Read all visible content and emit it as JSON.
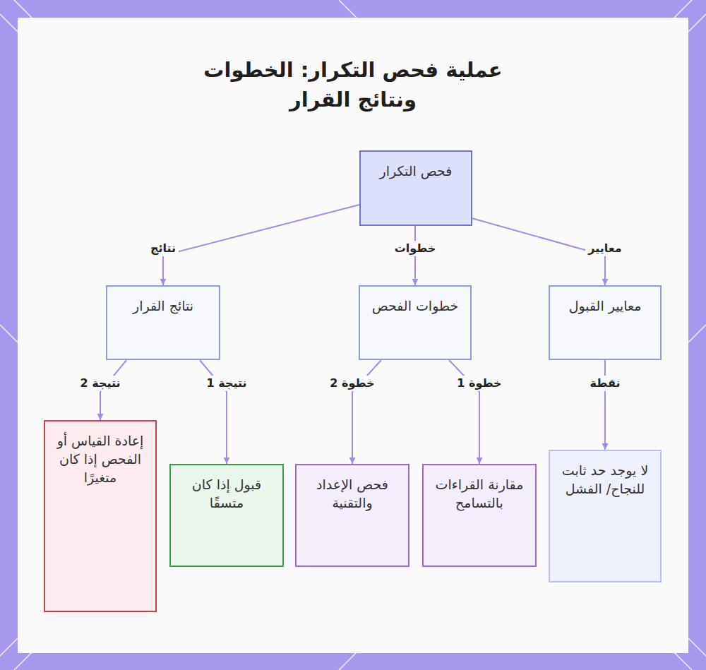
{
  "diagram": {
    "title": "عملية فحص التكرار: الخطوات ونتائج القرار",
    "nodes": [
      {
        "text": [
          "فحص التكرار"
        ]
      },
      {
        "text": [
          "معايير القبول"
        ]
      },
      {
        "text": [
          "خطوات الفحص"
        ]
      },
      {
        "text": [
          "نتائج القرار"
        ]
      },
      {
        "text": [
          "لا يوجد حد ثابت للنجاح/ الفشل"
        ]
      },
      {
        "text": [
          "مقارنة القراءات بالتسامح"
        ]
      },
      {
        "text": [
          "فحص الإعداد والتقنية"
        ]
      },
      {
        "text": [
          "قبول إذا كان متسقًا"
        ]
      },
      {
        "text": [
          "إعادة القياس أو الفحص إذا كان متغيرًا"
        ]
      }
    ],
    "edges": [
      {
        "from": 0,
        "to": 1,
        "label": "معايير",
        "arrow": "to"
      },
      {
        "from": 0,
        "to": 2,
        "label": "خطوات",
        "arrow": "to"
      },
      {
        "from": 0,
        "to": 3,
        "label": "نتائج",
        "arrow": "to"
      },
      {
        "from": 1,
        "to": 4,
        "label": "نقطة",
        "arrow": "to"
      },
      {
        "from": 2,
        "to": 5,
        "label": "خطوة 1",
        "arrow": "to"
      },
      {
        "from": 2,
        "to": 6,
        "label": "خطوة 2",
        "arrow": "to"
      },
      {
        "from": 3,
        "to": 7,
        "label": "نتيجة 1",
        "arrow": "to"
      },
      {
        "from": 3,
        "to": 8,
        "label": "نتيجة 2",
        "arrow": "to"
      }
    ]
  }
}
